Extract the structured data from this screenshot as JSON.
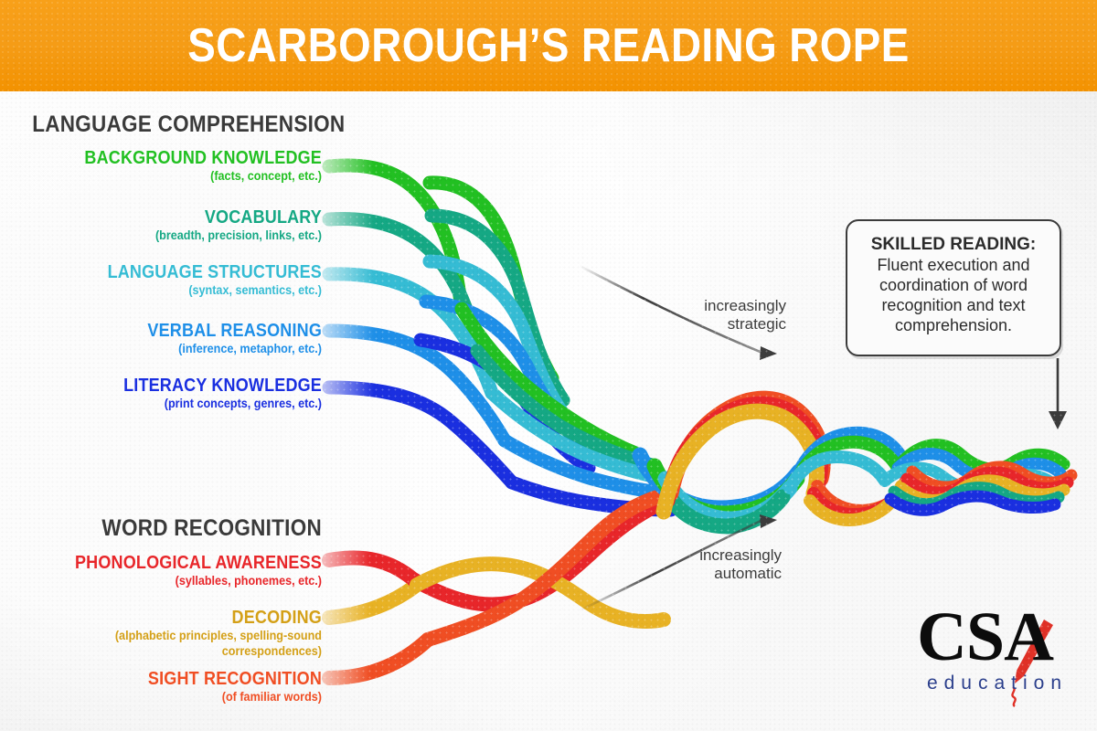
{
  "header": {
    "title": "SCARBOROUGH’S READING ROPE"
  },
  "sections": {
    "language_comprehension": {
      "title": "LANGUAGE COMPREHENSION",
      "strands": [
        {
          "name": "BACKGROUND KNOWLEDGE",
          "detail": "(facts, concept, etc.)",
          "color": "#22C022"
        },
        {
          "name": "VOCABULARY",
          "detail": "(breadth, precision, links, etc.)",
          "color": "#15A884"
        },
        {
          "name": "LANGUAGE STRUCTURES",
          "detail": "(syntax, semantics, etc.)",
          "color": "#35BCD4"
        },
        {
          "name": "VERBAL REASONING",
          "detail": "(inference, metaphor, etc.)",
          "color": "#1E8FE8"
        },
        {
          "name": "LITERACY KNOWLEDGE",
          "detail": "(print concepts, genres, etc.)",
          "color": "#1A2FE0"
        }
      ]
    },
    "word_recognition": {
      "title": "WORD RECOGNITION",
      "strands": [
        {
          "name": "PHONOLOGICAL AWARENESS",
          "detail": "(syllables, phonemes, etc.)",
          "color": "#E8262A"
        },
        {
          "name": "DECODING",
          "detail": "(alphabetic principles, spelling-sound correspondences)",
          "detail_line1": "(alphabetic principles, spelling-sound",
          "detail_line2": "correspondences)",
          "color": "#D4A017"
        },
        {
          "name": "SIGHT RECOGNITION",
          "detail": "(of familiar words)",
          "color": "#F04E23"
        }
      ]
    }
  },
  "callout": {
    "heading": "SKILLED READING:",
    "body_line1": "Fluent execution and",
    "body_line2": "coordination of word",
    "body_line3": "recognition and text",
    "body_line4": "comprehension."
  },
  "annotations": {
    "upper": {
      "line1": "increasingly",
      "line2": "strategic"
    },
    "lower": {
      "line1": "increasingly",
      "line2": "automatic"
    }
  },
  "logo": {
    "mark": "CSA",
    "wordmark": "education"
  },
  "palette": {
    "header_orange": "#F59C16",
    "background": "#ECECEC",
    "section_title": "#3A3A3A",
    "callout_border": "#3B3B3B",
    "arrow": "#3C3C3C",
    "logo_pen_red": "#E03127",
    "logo_text_blue": "#2B3F8C"
  }
}
